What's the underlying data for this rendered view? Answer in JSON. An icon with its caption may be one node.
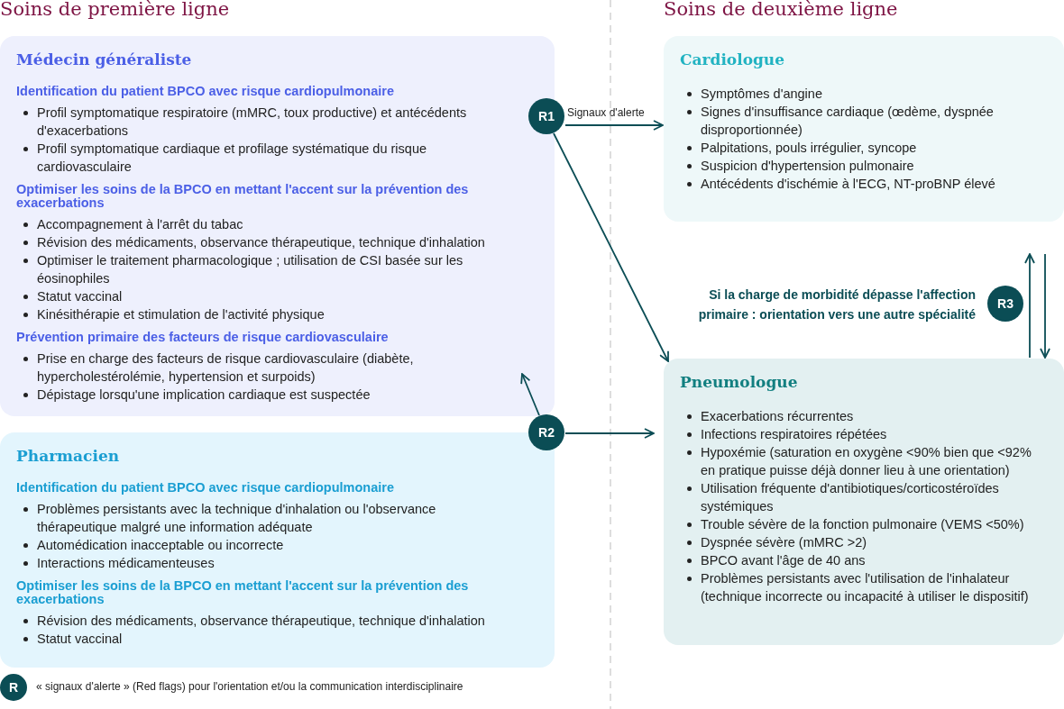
{
  "diagram": {
    "nodes": [
      {
        "text": [
          "Médecin généraliste",
          "Identification du patient BPCO avec risque cardiopulmonaire",
          "Profil symptomatique respiratoire (mMRC, toux productive) et antécédents d'exacerbations",
          "Profil symptomatique cardiaque et profilage systématique du risque cardiovasculaire",
          "Optimiser les soins de la BPCO en mettant l'accent sur la prévention des exacerbations",
          "Accompagnement à l'arrêt du tabac",
          "Révision des médicaments, observance thérapeutique, technique d'inhalation",
          "Optimiser le traitement pharmacologique ; utilisation de CSI basée sur les éosinophiles",
          "Statut vaccinal",
          "Kinésithérapie et stimulation de l'activité physique",
          "Prévention primaire des facteurs de risque cardiovasculaire",
          "Prise en charge des facteurs de risque cardiovasculaire (diabète, hypercholestérolémie, hypertension et surpoids)",
          "Dépistage lorsqu'une implication cardiaque est suspectée"
        ]
      },
      {
        "text": [
          "Pharmacien",
          "Identification du patient BPCO avec risque cardiopulmonaire",
          "Problèmes persistants avec la technique d'inhalation ou l'observance thérapeutique malgré une information adéquate",
          "Automédication inacceptable ou incorrecte",
          "Interactions médicamenteuses",
          "Optimiser les soins de la BPCO en mettant l'accent sur la prévention des exacerbations",
          "Révision des médicaments, observance thérapeutique, technique d'inhalation",
          "Statut vaccinal"
        ]
      },
      {
        "text": [
          "Cardiologue",
          "Symptômes d'angine",
          "Signes d'insuffisance cardiaque (œdème, dyspnée disproportionnée)",
          "Palpitations, pouls irrégulier, syncope",
          "Suspicion d'hypertension pulmonaire",
          "Antécédents d'ischémie à l'ECG, NT-proBNP élevé"
        ]
      },
      {
        "text": [
          "Pneumologue",
          "Exacerbations récurrentes",
          "Infections respiratoires répétées",
          "Hypoxémie (saturation en oxygène <90% bien que <92% en pratique puisse déjà donner lieu à une orientation)",
          "Utilisation fréquente d'antibiotiques/corticostéroïdes systémiques",
          "Trouble sévère de la fonction pulmonaire (VEMS <50%)",
          "Dyspnée sévère (mMRC >2)",
          "BPCO avant l'âge de 40 ans",
          "Problèmes persistants avec l'utilisation de l'inhalateur (technique incorrecte ou incapacité à utiliser le dispositif)"
        ]
      },
      {
        "text": [
          "R1"
        ]
      },
      {
        "text": [
          "R2"
        ]
      },
      {
        "text": [
          "R3"
        ],
        "beside": [
          "Si la charge de morbidité dépasse l'affection primaire : orientation vers une autre spécialité"
        ]
      }
    ],
    "edges": [
      {
        "from": 4,
        "to": 2,
        "arrow": "to",
        "label": "Signaux d'alerte"
      },
      {
        "from": 4,
        "to": 3,
        "arrow": "to"
      },
      {
        "from": 5,
        "to": 0,
        "arrow": "to"
      },
      {
        "from": 5,
        "to": 3,
        "arrow": "to"
      },
      {
        "from": 3,
        "to": 2,
        "arrow": "to"
      },
      {
        "from": 2,
        "to": 3,
        "arrow": "to"
      }
    ],
    "labels": [
      "Soins de première ligne",
      "Soins de deuxième ligne",
      "R"
    ],
    "legend": [
      {
        "text": "« signaux d'alerte » (Red flags) pour l'orientation et/ou la communication interdisciplinaire"
      }
    ]
  }
}
